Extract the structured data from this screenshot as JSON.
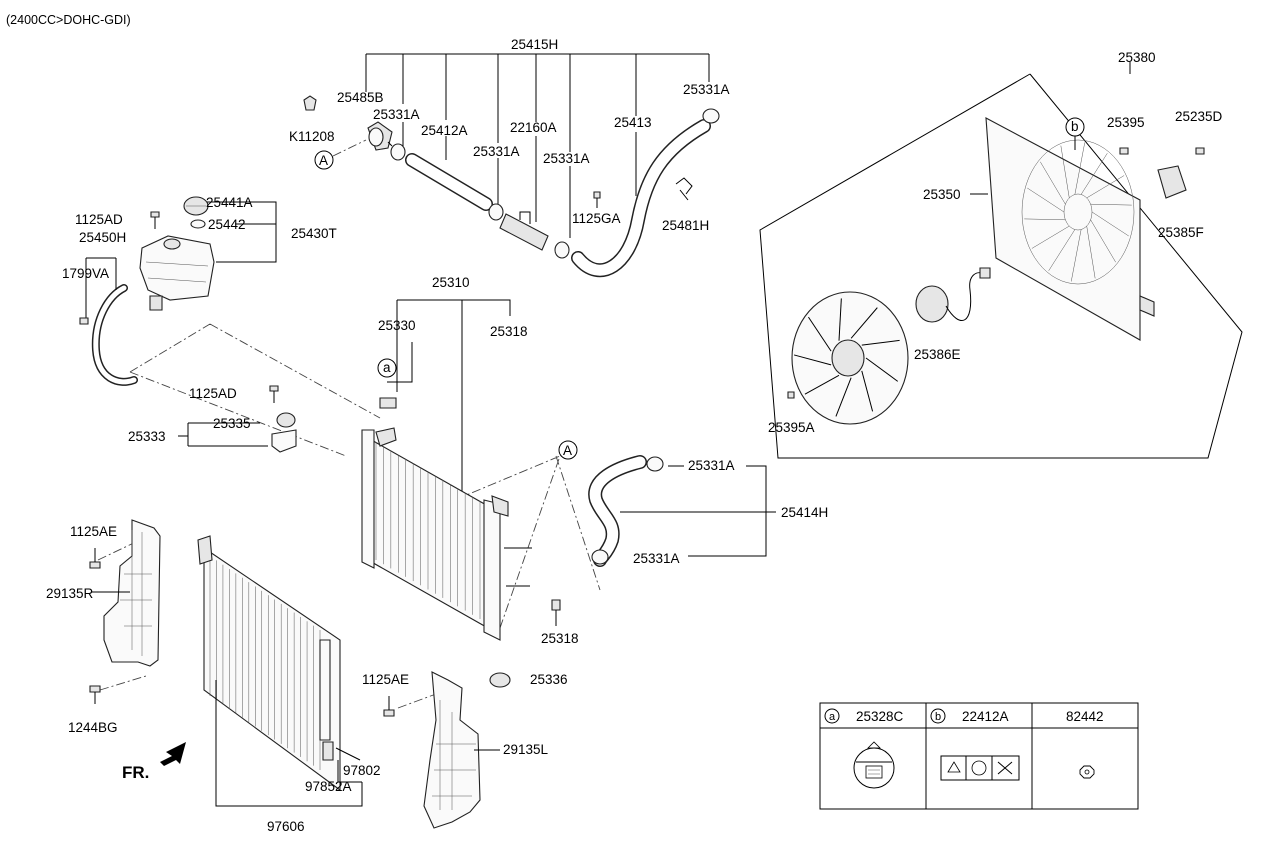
{
  "engine_header": "(2400CC>DOHC-GDI)",
  "parts": {
    "p25415H": "25415H",
    "p25485B": "25485B",
    "pK11208": "K11208",
    "p25331A_1": "25331A",
    "p25412A": "25412A",
    "p22160A": "22160A",
    "p25413": "25413",
    "p25331A_2": "25331A",
    "p25331A_3": "25331A",
    "p25331A_4": "25331A",
    "p1125GA": "1125GA",
    "p25481H": "25481H",
    "p25441A": "25441A",
    "p1125AD_1": "1125AD",
    "p25442": "25442",
    "p25450H": "25450H",
    "p25430T": "25430T",
    "p1799VA": "1799VA",
    "p25310": "25310",
    "p25330": "25330",
    "p25318_1": "25318",
    "p1125AD_2": "1125AD",
    "p25335": "25335",
    "p25333": "25333",
    "p25331A_5": "25331A",
    "p25414H": "25414H",
    "p25331A_6": "25331A",
    "p1125AE_1": "1125AE",
    "p29135R": "29135R",
    "p1244BG": "1244BG",
    "p25318_2": "25318",
    "p1125AE_2": "1125AE",
    "p25336": "25336",
    "p29135L": "29135L",
    "p97802": "97802",
    "p97852A": "97852A",
    "p97606": "97606",
    "p25380": "25380",
    "p25395": "25395",
    "p25235D": "25235D",
    "p25350": "25350",
    "p25385F": "25385F",
    "p25386E": "25386E",
    "p25395A": "25395A"
  },
  "markers": {
    "A": "A",
    "a": "a",
    "b": "b"
  },
  "fr_label": "FR.",
  "legend": {
    "a_letter": "a",
    "a_part": "25328C",
    "b_letter": "b",
    "b_part": "22412A",
    "c_part": "82442"
  }
}
